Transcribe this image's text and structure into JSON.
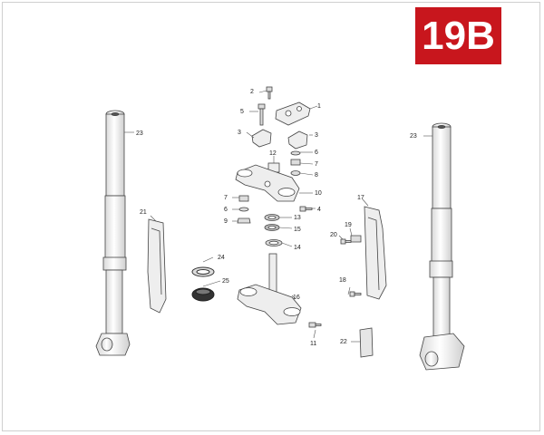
{
  "page_badge": "19B",
  "parts": [
    {
      "label": "1"
    },
    {
      "label": "2"
    },
    {
      "label": "3"
    },
    {
      "label": "3"
    },
    {
      "label": "4"
    },
    {
      "label": "5"
    },
    {
      "label": "6"
    },
    {
      "label": "6"
    },
    {
      "label": "7"
    },
    {
      "label": "7"
    },
    {
      "label": "8"
    },
    {
      "label": "9"
    },
    {
      "label": "10"
    },
    {
      "label": "11"
    },
    {
      "label": "12"
    },
    {
      "label": "13"
    },
    {
      "label": "14"
    },
    {
      "label": "15"
    },
    {
      "label": "16"
    },
    {
      "label": "17"
    },
    {
      "label": "18"
    },
    {
      "label": "19"
    },
    {
      "label": "20"
    },
    {
      "label": "21"
    },
    {
      "label": "22"
    },
    {
      "label": "23"
    },
    {
      "label": "23"
    },
    {
      "label": "24"
    },
    {
      "label": "25"
    }
  ],
  "colors": {
    "badge": "#c8161d",
    "line": "#444444",
    "part_fill": "#eeeeee"
  }
}
